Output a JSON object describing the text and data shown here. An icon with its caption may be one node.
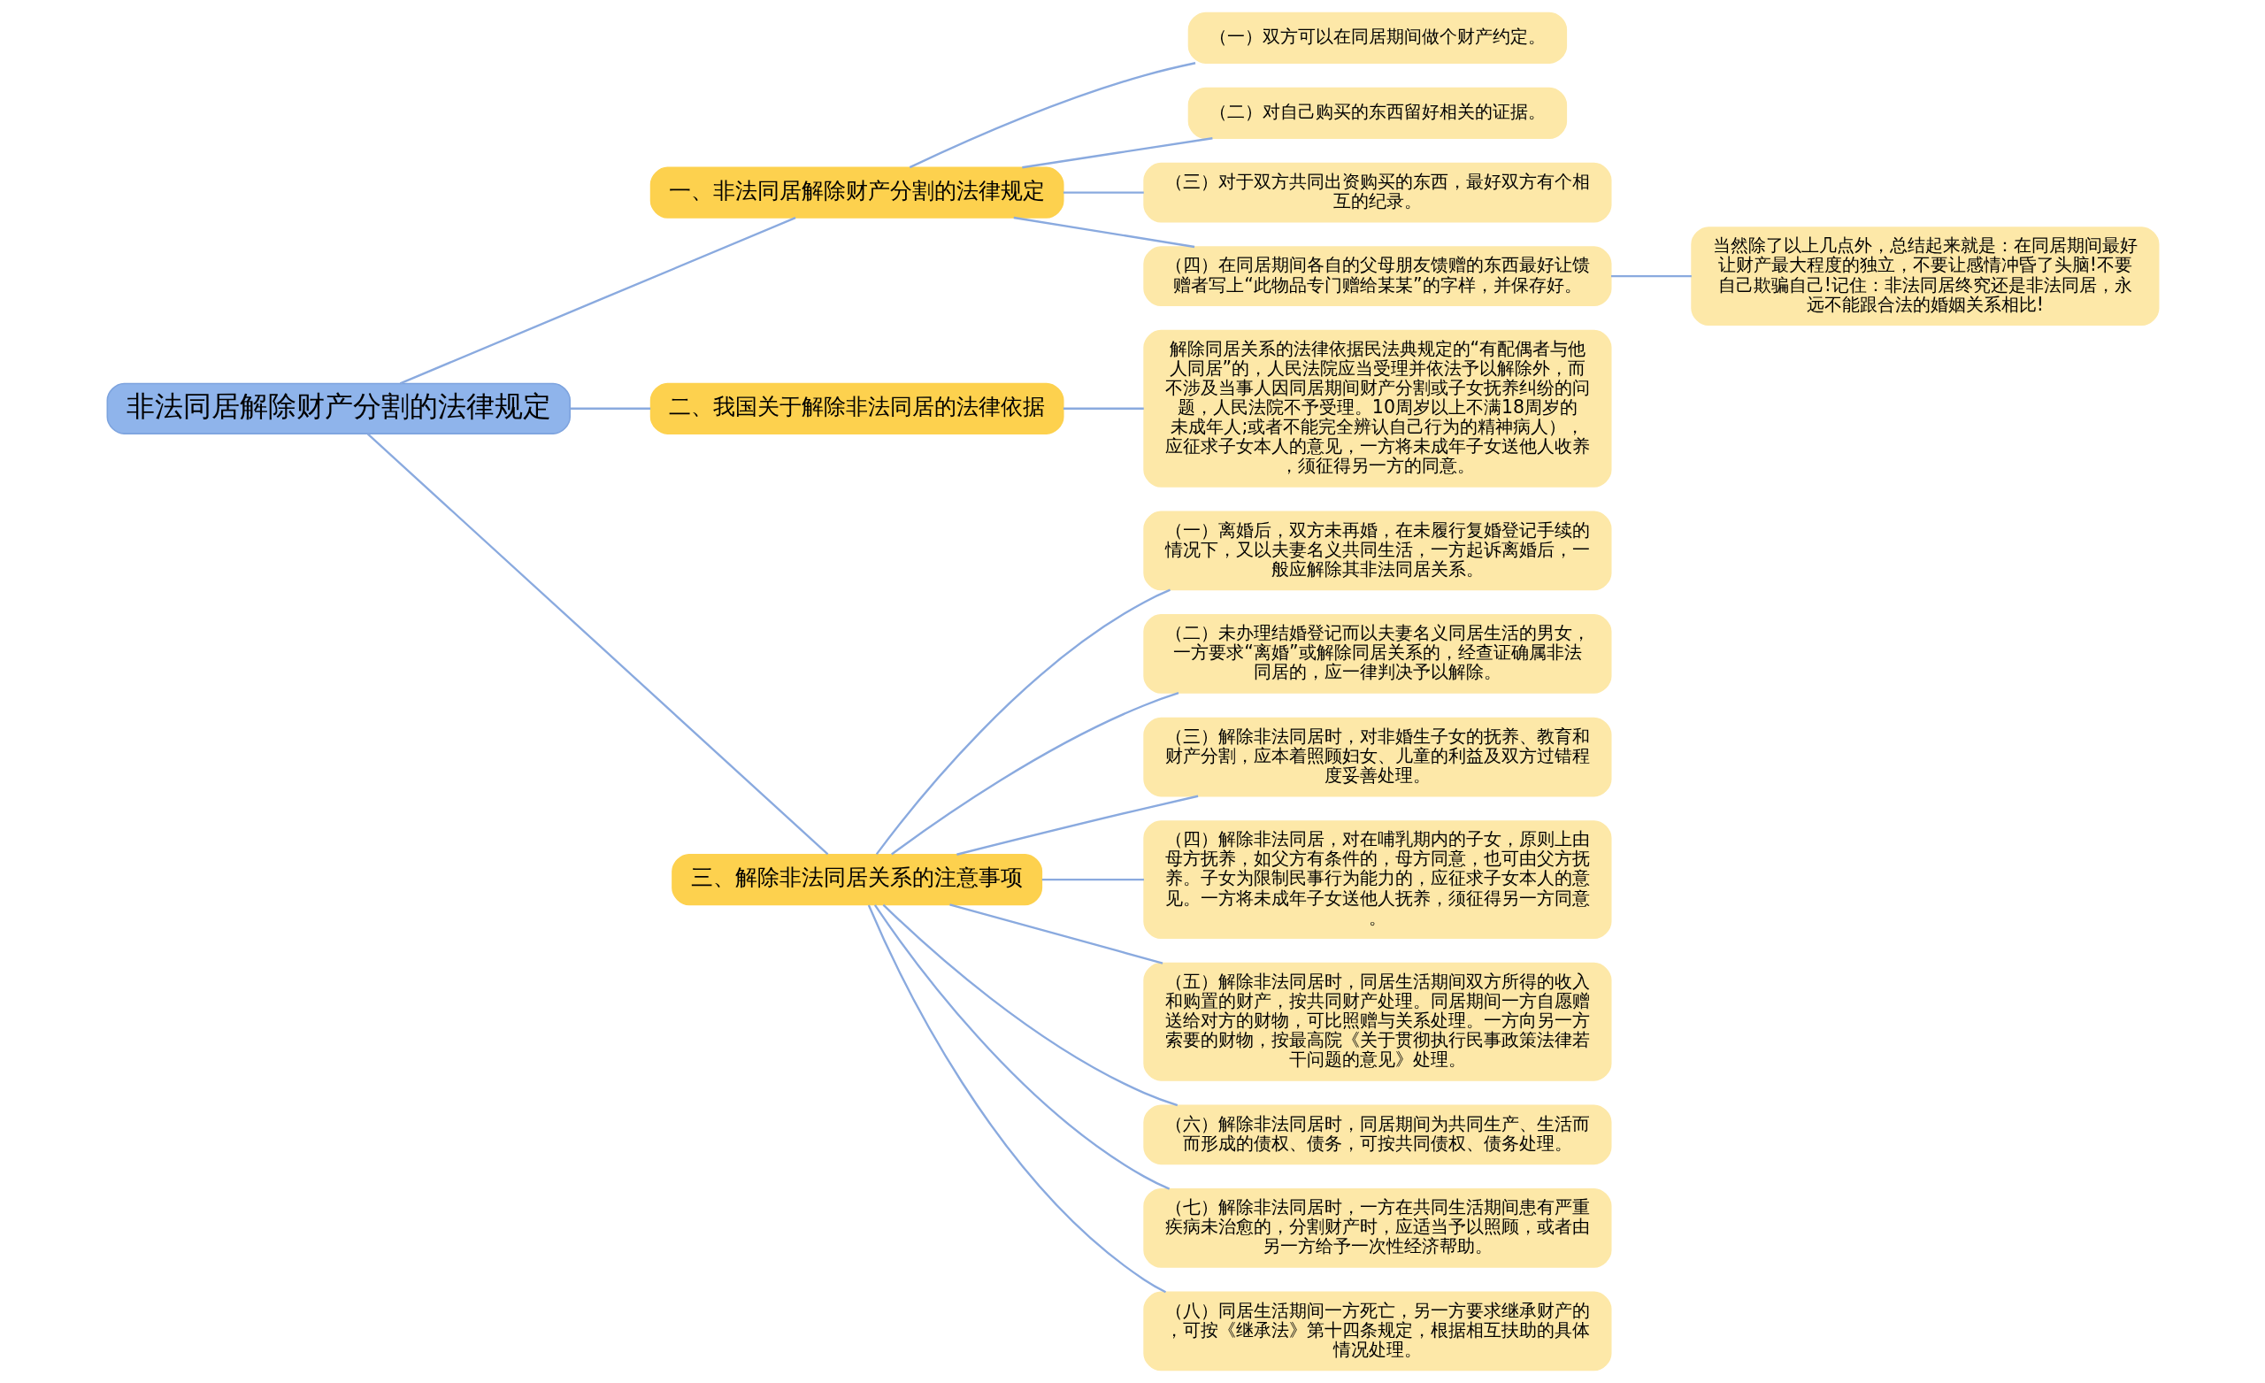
{
  "diagram": {
    "nodes": [
      {
        "text": [
          "非法同居解除财产分割的法律规定"
        ]
      },
      {
        "text": [
          "一、非法同居解除财产分割的法律规定"
        ]
      },
      {
        "text": [
          "（一）双方可以在同居期间做个财产约定。"
        ]
      },
      {
        "text": [
          "（二）对自己购买的东西留好相关的证据。"
        ]
      },
      {
        "text": [
          "（三）对于双方共同出资购买的东西，最好双方有个相互的纪录。"
        ]
      },
      {
        "text": [
          "（四）在同居期间各自的父母朋友馈赠的东西最好让馈赠者写上“此物品专门赠给某某”的字样，并保存好。"
        ]
      },
      {
        "text": [
          "当然除了以上几点外，总结起来就是：在同居期间最好让财产最大程度的独立，不要让感情冲昏了头脑!不要自己欺骗自己!记住：非法同居终究还是非法同居，永远不能跟合法的婚姻关系相比!"
        ]
      },
      {
        "text": [
          "二、我国关于解除非法同居的法律依据"
        ]
      },
      {
        "text": [
          "解除同居关系的法律依据民法典规定的“有配偶者与他人同居”的，人民法院应当受理并依法予以解除外，而不涉及当事人因同居期间财产分割或子女抚养纠纷的问题，人民法院不予受理。10周岁以上不满18周岁的未成年人;或者不能完全辨认自己行为的精神病人），应征求子女本人的意见，一方将未成年子女送他人收养，须征得另一方的同意。"
        ]
      },
      {
        "text": [
          "三、解除非法同居关系的注意事项"
        ]
      },
      {
        "text": [
          "（一）离婚后，双方未再婚，在未履行复婚登记手续的情况下，又以夫妻名义共同生活，一方起诉离婚后，一般应解除其非法同居关系。"
        ]
      },
      {
        "text": [
          "（二）未办理结婚登记而以夫妻名义同居生活的男女，一方要求“离婚”或解除同居关系的，经查证确属非法同居的，应一律判决予以解除。"
        ]
      },
      {
        "text": [
          "（三）解除非法同居时，对非婚生子女的抚养、教育和财产分割，应本着照顾妇女、儿童的利益及双方过错程度妥善处理。"
        ]
      },
      {
        "text": [
          "（四）解除非法同居，对在哺乳期内的子女，原则上由母方抚养，如父方有条件的，母方同意，也可由父方抚养。子女为限制民事行为能力的，应征求子女本人的意见。一方将未成年子女送他人抚养，须征得另一方同意。"
        ]
      },
      {
        "text": [
          "（五）解除非法同居时，同居生活期间双方所得的收入和购置的财产，按共同财产处理。同居期间一方自愿赠送给对方的财物，可比照赠与关系处理。一方向另一方索要的财物，按最高院《关于贯彻执行民事政策法律若干问题的意见》处理。"
        ]
      },
      {
        "text": [
          "（六）解除非法同居时，同居期间为共同生产、生活而而形成的债权、债务，可按共同债权、债务处理。"
        ]
      },
      {
        "text": [
          "（七）解除非法同居时，一方在共同生活期间患有严重疾病未治愈的，分割财产时，应适当予以照顾，或者由另一方给予一次性经济帮助。"
        ]
      },
      {
        "text": [
          "（八）同居生活期间一方死亡，另一方要求继承财产的，可按《继承法》第十四条规定，根据相互扶助的具体情况处理。"
        ]
      }
    ],
    "edges": [
      {
        "from": 0,
        "to": 1,
        "arrow": "none"
      },
      {
        "from": 1,
        "to": 2,
        "arrow": "none"
      },
      {
        "from": 1,
        "to": 3,
        "arrow": "none"
      },
      {
        "from": 1,
        "to": 4,
        "arrow": "none"
      },
      {
        "from": 1,
        "to": 5,
        "arrow": "none"
      },
      {
        "from": 5,
        "to": 6,
        "arrow": "none"
      },
      {
        "from": 0,
        "to": 7,
        "arrow": "none"
      },
      {
        "from": 7,
        "to": 8,
        "arrow": "none"
      },
      {
        "from": 0,
        "to": 9,
        "arrow": "none"
      },
      {
        "from": 9,
        "to": 10,
        "arrow": "none"
      },
      {
        "from": 9,
        "to": 11,
        "arrow": "none"
      },
      {
        "from": 9,
        "to": 12,
        "arrow": "none"
      },
      {
        "from": 9,
        "to": 13,
        "arrow": "none"
      },
      {
        "from": 9,
        "to": 14,
        "arrow": "none"
      },
      {
        "from": 9,
        "to": 15,
        "arrow": "none"
      },
      {
        "from": 9,
        "to": 16,
        "arrow": "none"
      },
      {
        "from": 9,
        "to": 17,
        "arrow": "none"
      }
    ]
  }
}
